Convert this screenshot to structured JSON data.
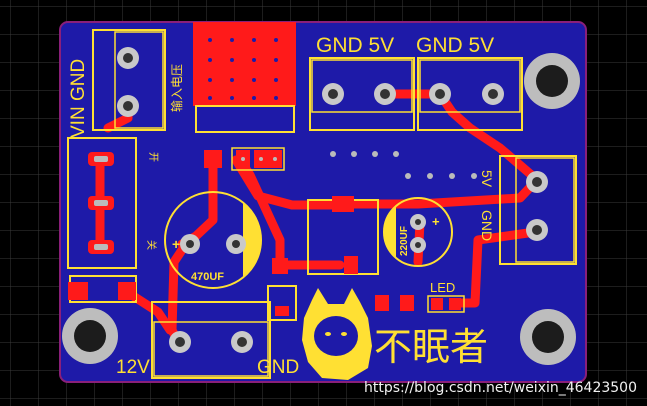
{
  "labels": {
    "vin_gnd": "VIN GND",
    "input_voltage": "输入电压",
    "gnd_5v_a": "GND 5V",
    "gnd_5v_b": "GND 5V",
    "switch_on": "开",
    "switch_off": "关",
    "cap_main": "470UF",
    "cap_small": "220UF",
    "out_5v": "5V",
    "out_gnd": "GND",
    "led": "LED",
    "v12": "12V",
    "gnd_bottom": "GND",
    "logo_text": "不眠者"
  },
  "watermark": "https://blog.csdn.net/weixin_46423500",
  "colors": {
    "background": "#000000",
    "grid": "#3a3a3a",
    "board": "#1e1aa8",
    "board_edge": "#8a1f7a",
    "copper": "#ff1a1a",
    "silk": "#ffe033",
    "pad": "#b0b0b0"
  }
}
